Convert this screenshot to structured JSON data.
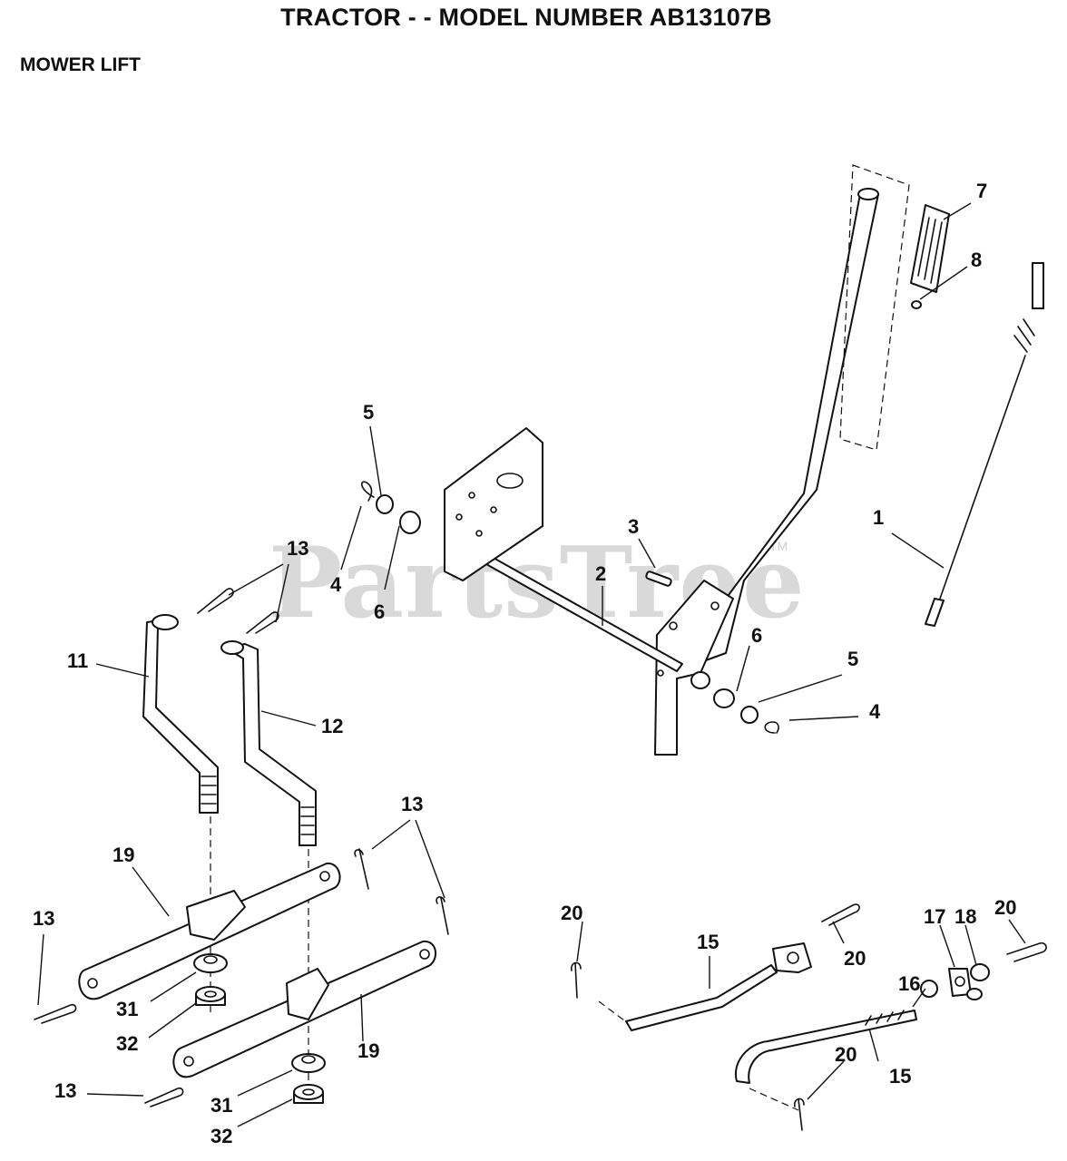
{
  "header": {
    "title": "TRACTOR - - MODEL NUMBER AB13107B",
    "section": "MOWER LIFT"
  },
  "watermark": {
    "text": "PartsTree",
    "tm": "TM"
  },
  "callouts": {
    "c1": "1",
    "c2": "2",
    "c3": "3",
    "c4a": "4",
    "c4b": "4",
    "c5a": "5",
    "c5b": "5",
    "c6a": "6",
    "c6b": "6",
    "c7": "7",
    "c8": "8",
    "c11": "11",
    "c12": "12",
    "c13a": "13",
    "c13b": "13",
    "c13c": "13",
    "c13d": "13",
    "c15a": "15",
    "c15b": "15",
    "c16": "16",
    "c17": "17",
    "c18": "18",
    "c19a": "19",
    "c19b": "19",
    "c20a": "20",
    "c20b": "20",
    "c20c": "20",
    "c20d": "20",
    "c31a": "31",
    "c31b": "31",
    "c32a": "32",
    "c32b": "32"
  }
}
